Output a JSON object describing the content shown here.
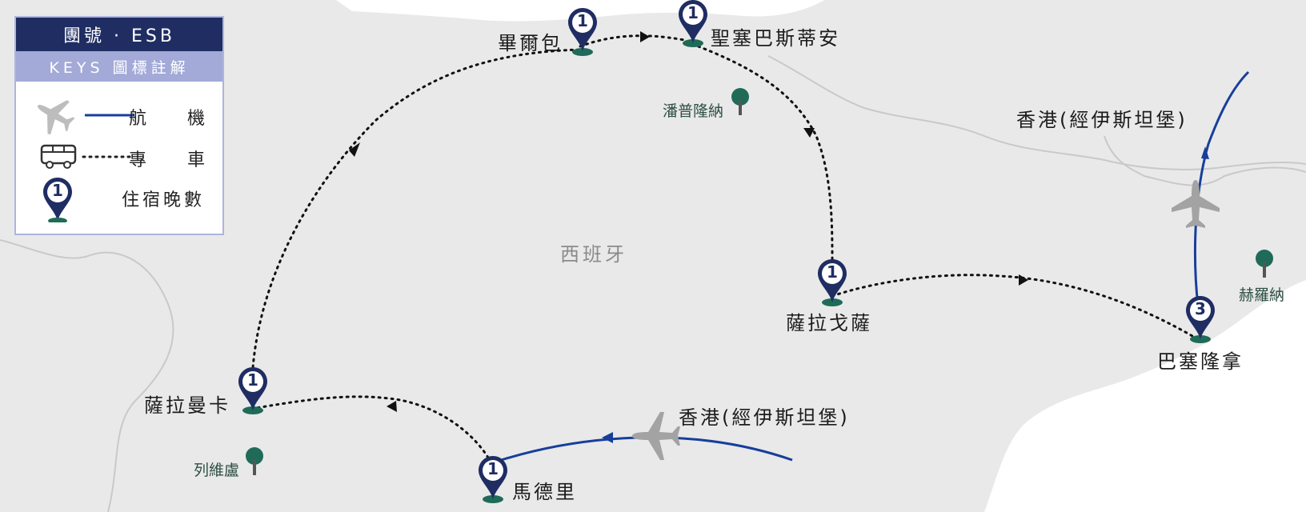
{
  "legend": {
    "title": "團號 · ESB",
    "subtitle": "KEYS 圖標註解",
    "rows": [
      {
        "icon": "plane-icon",
        "label": "航 機"
      },
      {
        "icon": "bus-icon",
        "label": "專 車"
      },
      {
        "icon": "pin-icon",
        "label": "住宿晚數",
        "pin_number": "1"
      }
    ]
  },
  "country_label": "西班牙",
  "cities": {
    "bilbao": {
      "name": "畢爾包",
      "nights": "1"
    },
    "san_sebastian": {
      "name": "聖塞巴斯蒂安",
      "nights": "1"
    },
    "zaragoza": {
      "name": "薩拉戈薩",
      "nights": "1"
    },
    "barcelona": {
      "name": "巴塞隆拿",
      "nights": "3"
    },
    "salamanca": {
      "name": "薩拉曼卡",
      "nights": "1"
    },
    "madrid": {
      "name": "馬德里",
      "nights": "1"
    }
  },
  "flights": {
    "arrival": "香港(經伊斯坦堡)",
    "departure": "香港(經伊斯坦堡)"
  },
  "minor_places": {
    "pamplona": "潘普隆納",
    "girona": "赫羅納",
    "leon": "列維盧"
  },
  "colors": {
    "land": "#e9e9ea",
    "sea": "#ffffff",
    "navy": "#1f2d63",
    "flight_line": "#173f9a",
    "pin_base": "#1f6b58",
    "tree": "#1f6b58"
  }
}
